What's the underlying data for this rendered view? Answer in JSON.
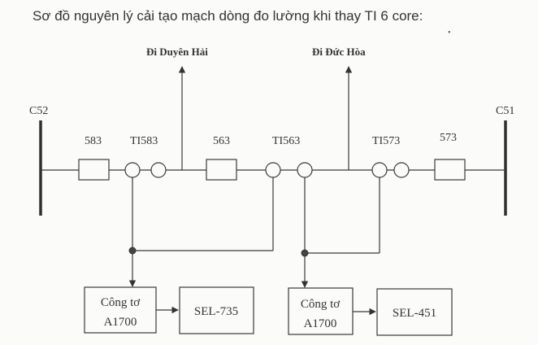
{
  "title": "Sơ đồ nguyên lý cải tạo mạch dòng đo lường khi thay TI 6 core:",
  "buses": {
    "left": "C52",
    "right": "C51"
  },
  "outgoing": {
    "duyen_hai": "Đi Duyên Hải",
    "duc_hoa": "Đi Đức Hòa"
  },
  "breakers": {
    "b583": "583",
    "b563": "563",
    "b573": "573"
  },
  "cts": {
    "ti583": "TI583",
    "ti563": "TI563",
    "ti573": "TI573"
  },
  "meters": {
    "left": {
      "line1": "Công tơ",
      "line2": "A1700"
    },
    "right": {
      "line1": "Công tơ",
      "line2": "A1700"
    }
  },
  "relays": {
    "left": "SEL-735",
    "right": "SEL-451"
  }
}
